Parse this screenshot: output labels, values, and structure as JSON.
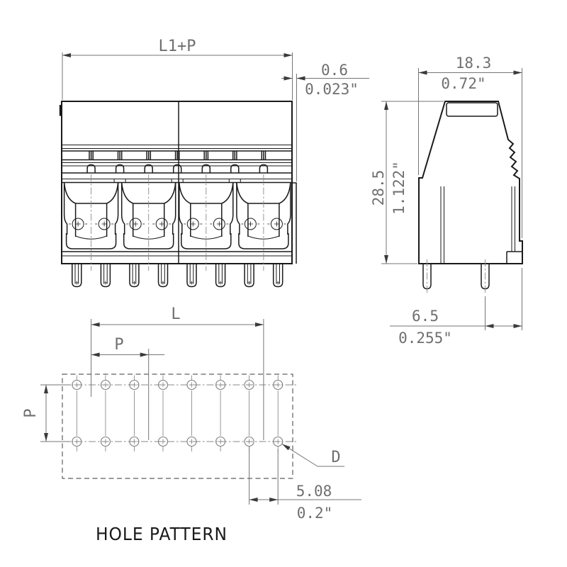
{
  "document": {
    "type": "technical-dimension-drawing",
    "subject": "terminal block connector, 4 clamp units, 8 solder pins, two views plus PCB hole pattern",
    "colors": {
      "outline": "#1a1a1a",
      "dimension": "#757575",
      "dimension_text": "#6f6f6f",
      "arrow": "#3a3a3a",
      "background": "#ffffff"
    }
  },
  "front_view": {
    "dims": {
      "width": "L1+P",
      "offset_mm": "0.6",
      "offset_in": "0.023\""
    }
  },
  "side_view": {
    "dims": {
      "width_mm": "18.3",
      "width_in": "0.72\"",
      "height_mm": "28.5",
      "height_in": "1.122\"",
      "pin_offset_mm": "6.5",
      "pin_offset_in": "0.255\""
    }
  },
  "hole_pattern": {
    "label": "HOLE PATTERN",
    "rows": 2,
    "columns": 8,
    "dims": {
      "length": "L",
      "pitch": "P",
      "row_pitch": "P",
      "hole_dia": "D",
      "spacing_mm": "5.08",
      "spacing_in": "0.2\""
    }
  }
}
